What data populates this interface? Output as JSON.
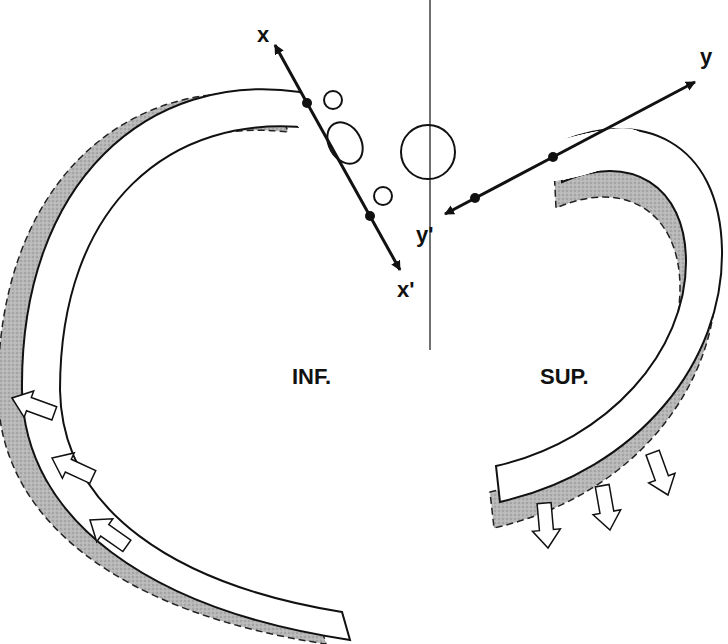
{
  "diagram": {
    "labels": [
      "x",
      "x'",
      "y",
      "y'",
      "INF.",
      "SUP."
    ]
  }
}
